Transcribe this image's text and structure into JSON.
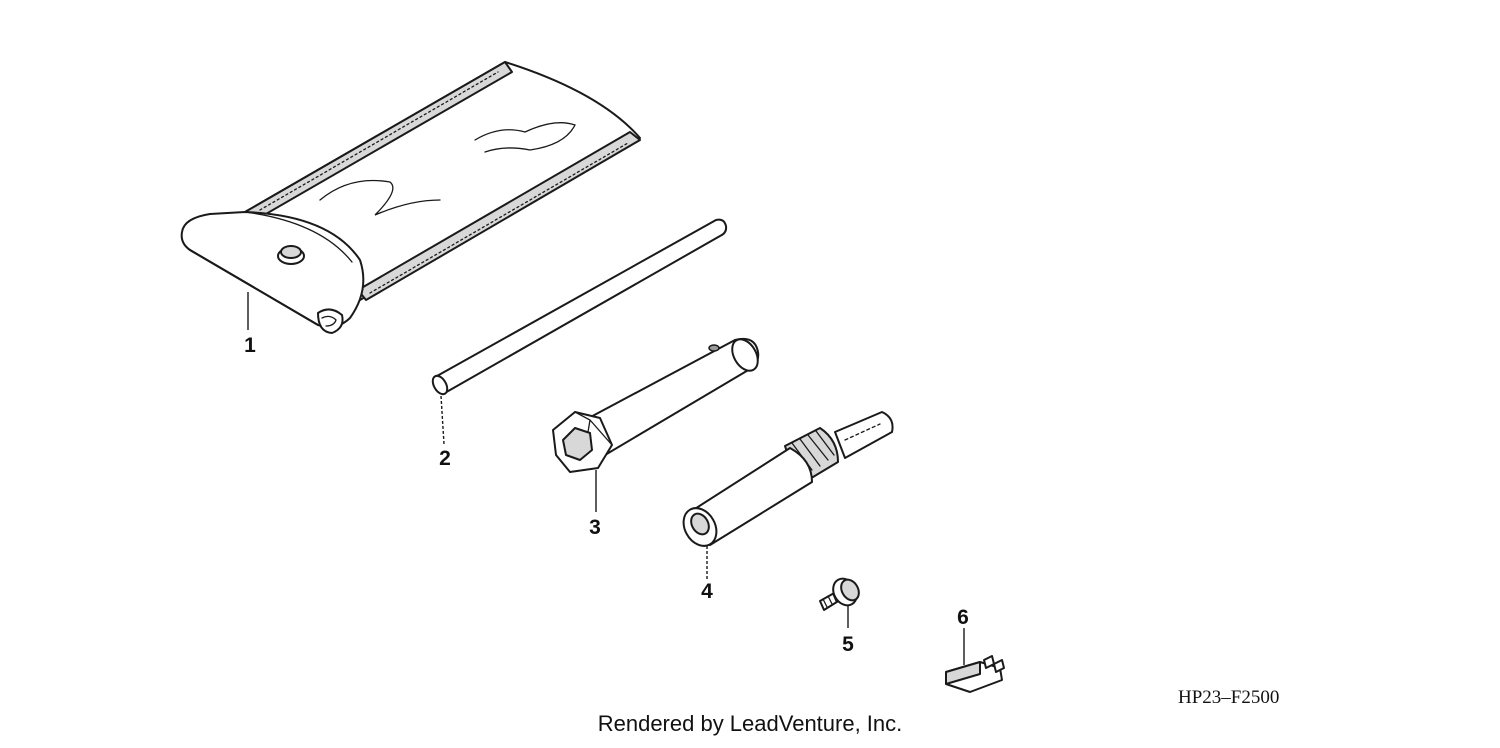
{
  "parts": [
    {
      "number": "1",
      "icon": "tool-bag-icon"
    },
    {
      "number": "2",
      "icon": "tommy-bar-icon"
    },
    {
      "number": "3",
      "icon": "plug-wrench-icon"
    },
    {
      "number": "4",
      "icon": "screwdriver-icon"
    },
    {
      "number": "5",
      "icon": "bolt-icon"
    },
    {
      "number": "6",
      "icon": "fuse-icon"
    }
  ],
  "figure_code": "HP23–F2500",
  "credit": "Rendered by LeadVenture, Inc.",
  "colors": {
    "line": "#1a1a1a",
    "background": "#ffffff",
    "shading": "#d8d8d8"
  }
}
